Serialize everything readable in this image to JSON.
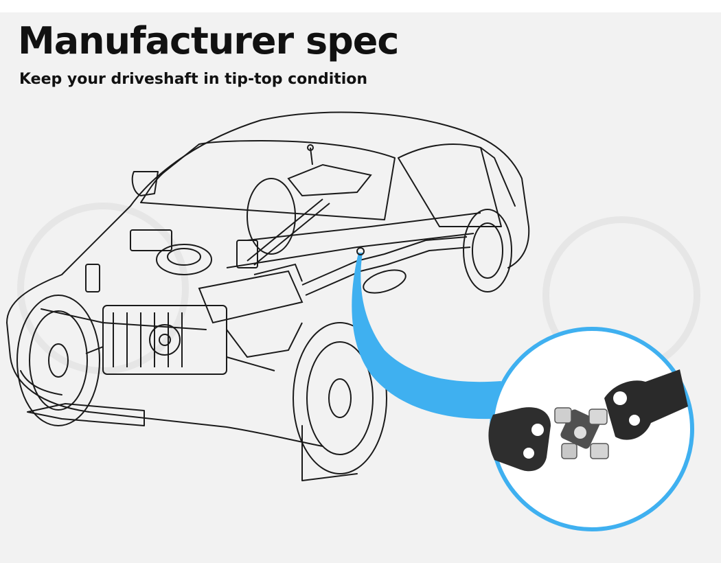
{
  "header": {
    "title": "Manufacturer spec",
    "subtitle": "Keep your driveshaft in tip-top condition"
  },
  "colors": {
    "background": "#f2f2f2",
    "accent": "#3fb0f0",
    "line_art": "#1a1a1a"
  },
  "illustration": {
    "car": "car-cutaway-line-drawing",
    "callout": "universal-joint-closeup"
  }
}
